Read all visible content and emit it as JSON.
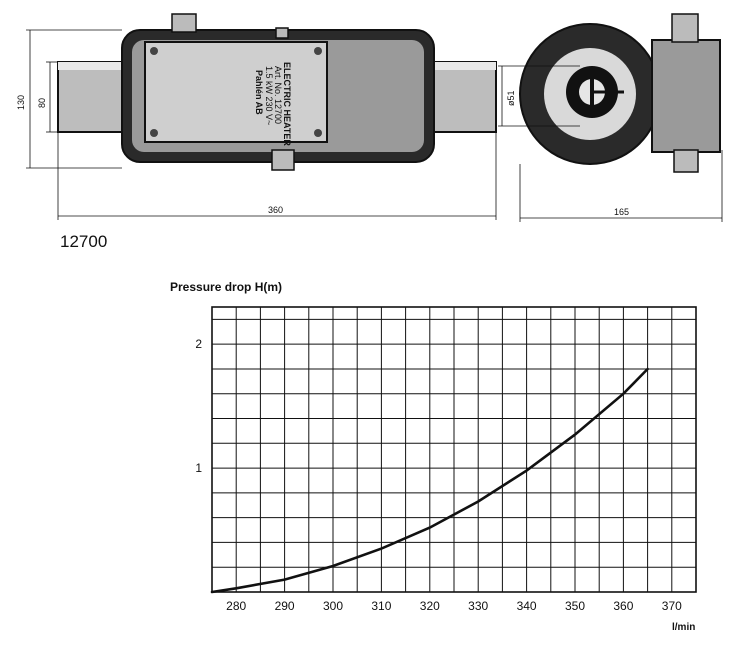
{
  "drawing": {
    "model_number": "12700",
    "dimensions": {
      "length": "360",
      "outer_height": "130",
      "pipe_height": "80",
      "side_width": "165",
      "pipe_diameter": "ø51"
    },
    "nameplate": [
      "ELECTRIC HEATER",
      "Art. No. 12700",
      "1.5 kW  230 V~",
      "Pahlén AB"
    ]
  },
  "chart_data": {
    "type": "line",
    "title": "",
    "ylabel": "Pressure drop H(m)",
    "xlabel": "l/min",
    "xlim": [
      275,
      375
    ],
    "ylim": [
      0,
      2.3
    ],
    "x_ticks": [
      280,
      290,
      300,
      310,
      320,
      330,
      340,
      350,
      360,
      370
    ],
    "y_ticks": [
      1,
      2
    ],
    "grid": true,
    "series": [
      {
        "x": [
          275,
          280,
          290,
          300,
          310,
          320,
          330,
          340,
          350,
          360,
          365
        ],
        "y": [
          0.0,
          0.03,
          0.1,
          0.21,
          0.35,
          0.52,
          0.73,
          0.98,
          1.27,
          1.6,
          1.8
        ]
      }
    ]
  }
}
